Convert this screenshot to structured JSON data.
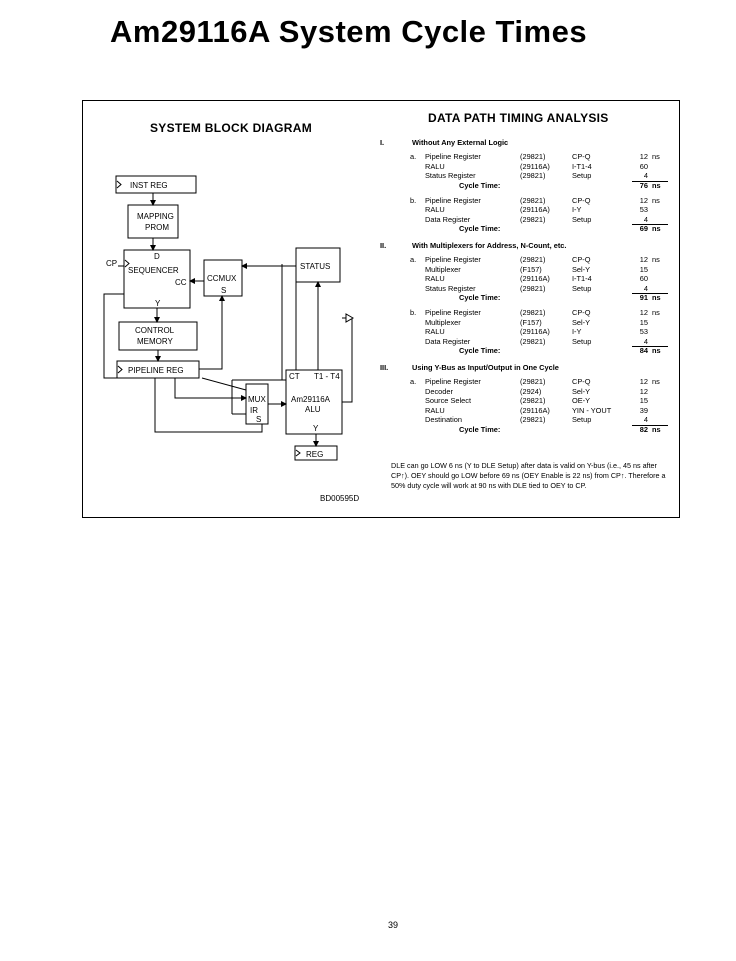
{
  "title": "Am29116A System Cycle Times",
  "diagram": {
    "heading": "SYSTEM BLOCK DIAGRAM",
    "figure_id": "BD00595D",
    "blocks": {
      "inst_reg": "INST REG",
      "mapping_prom_1": "MAPPING",
      "mapping_prom_2": "PROM",
      "seq_d": "D",
      "sequencer": "SEQUENCER",
      "seq_cp": "CP",
      "seq_cc": "CC",
      "seq_y": "Y",
      "control_memory_1": "CONTROL",
      "control_memory_2": "MEMORY",
      "pipeline_reg": "PIPELINE REG",
      "ccmux": "CCMUX",
      "ccmux_s": "S",
      "status": "STATUS",
      "mux": "MUX",
      "mux_ir": "IR",
      "mux_s": "S",
      "alu_ct": "CT",
      "alu_t": "T1 - T4",
      "alu_name": "Am29116A",
      "alu_label": "ALU",
      "alu_y": "Y",
      "out_reg": "REG"
    }
  },
  "timing": {
    "heading": "DATA PATH TIMING ANALYSIS",
    "sections": [
      {
        "num": "I.",
        "title": "Without Any External Logic",
        "cases": [
          {
            "letter": "a.",
            "rows": [
              {
                "name": "Pipeline Register",
                "part": "(29821)",
                "path": "CP-Q",
                "ns": "12",
                "unit": "ns"
              },
              {
                "name": "RALU",
                "part": "(29116A)",
                "path": "I-T1-4",
                "ns": "60",
                "unit": ""
              },
              {
                "name": "Status Register",
                "part": "(29821)",
                "path": "Setup",
                "ns": "4",
                "unit": ""
              }
            ],
            "cycle_label": "Cycle Time:",
            "cycle_ns": "76",
            "cycle_unit": "ns"
          },
          {
            "letter": "b.",
            "rows": [
              {
                "name": "Pipeline Register",
                "part": "(29821)",
                "path": "CP-Q",
                "ns": "12",
                "unit": "ns"
              },
              {
                "name": "RALU",
                "part": "(29116A)",
                "path": "I-Y",
                "ns": "53",
                "unit": ""
              },
              {
                "name": "Data Register",
                "part": "(29821)",
                "path": "Setup",
                "ns": "4",
                "unit": ""
              }
            ],
            "cycle_label": "Cycle Time:",
            "cycle_ns": "69",
            "cycle_unit": "ns"
          }
        ]
      },
      {
        "num": "II.",
        "title": "With Multiplexers for Address, N-Count, etc.",
        "cases": [
          {
            "letter": "a.",
            "rows": [
              {
                "name": "Pipeline Register",
                "part": "(29821)",
                "path": "CP-Q",
                "ns": "12",
                "unit": "ns"
              },
              {
                "name": "Multiplexer",
                "part": "(F157)",
                "path": "Sel-Y",
                "ns": "15",
                "unit": ""
              },
              {
                "name": "RALU",
                "part": "(29116A)",
                "path": "I-T1-4",
                "ns": "60",
                "unit": ""
              },
              {
                "name": "Status Register",
                "part": "(29821)",
                "path": "Setup",
                "ns": "4",
                "unit": ""
              }
            ],
            "cycle_label": "Cycle Time:",
            "cycle_ns": "91",
            "cycle_unit": "ns"
          },
          {
            "letter": "b.",
            "rows": [
              {
                "name": "Pipeline Register",
                "part": "(29821)",
                "path": "CP-Q",
                "ns": "12",
                "unit": "ns"
              },
              {
                "name": "Multiplexer",
                "part": "(F157)",
                "path": "Sel-Y",
                "ns": "15",
                "unit": ""
              },
              {
                "name": "RALU",
                "part": "(29116A)",
                "path": "I-Y",
                "ns": "53",
                "unit": ""
              },
              {
                "name": "Data Register",
                "part": "(29821)",
                "path": "Setup",
                "ns": "4",
                "unit": ""
              }
            ],
            "cycle_label": "Cycle Time:",
            "cycle_ns": "84",
            "cycle_unit": "ns"
          }
        ]
      },
      {
        "num": "III.",
        "title": "Using Y-Bus as Input/Output in One Cycle",
        "cases": [
          {
            "letter": "a.",
            "rows": [
              {
                "name": "Pipeline Register",
                "part": "(29821)",
                "path": "CP-Q",
                "ns": "12",
                "unit": "ns"
              },
              {
                "name": "Decoder",
                "part": "(2924)",
                "path": "Sel-Y",
                "ns": "12",
                "unit": ""
              },
              {
                "name": "Source Select",
                "part": "(29821)",
                "path": "OE-Y",
                "ns": "15",
                "unit": ""
              },
              {
                "name": "RALU",
                "part": "(29116A)",
                "path": "YIN - YOUT",
                "ns": "39",
                "unit": ""
              },
              {
                "name": "Destination",
                "part": "(29821)",
                "path": "Setup",
                "ns": "4",
                "unit": ""
              }
            ],
            "cycle_label": "Cycle Time:",
            "cycle_ns": "82",
            "cycle_unit": "ns"
          }
        ]
      }
    ],
    "note": "DLE can go LOW 6 ns (Y to DLE Setup) after data is valid on Y-bus (i.e., 45 ns after CP↑). OEY should go LOW before 69 ns (OEY Enable is 22 ns) from CP↑. Therefore a 50% duty cycle will work at 90 ns with DLE tied to OEY to CP."
  },
  "page_number": "39"
}
